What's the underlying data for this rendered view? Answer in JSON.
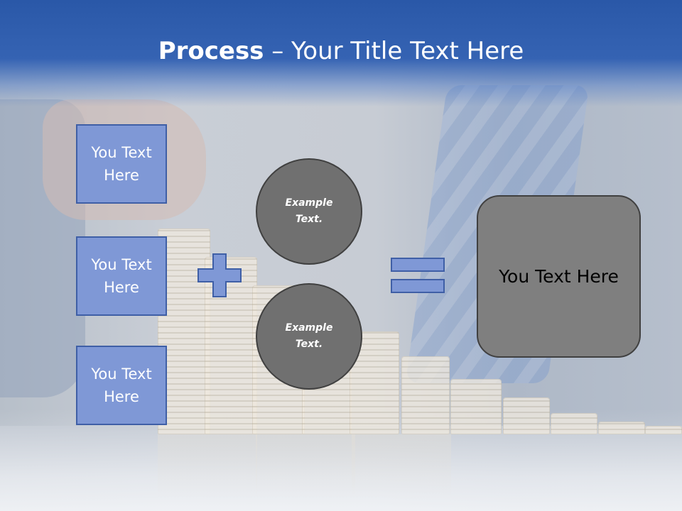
{
  "title": {
    "bold": "Process",
    "rest": " – Your Title Text Here"
  },
  "left_boxes": [
    {
      "label": "You Text Here"
    },
    {
      "label": "You Text Here"
    },
    {
      "label": "You Text Here"
    }
  ],
  "circles": [
    {
      "label": "Example Text."
    },
    {
      "label": "Example Text."
    }
  ],
  "result": {
    "label": "You Text Here"
  },
  "icons": {
    "plus": "plus-icon",
    "equals": "equals-icon"
  },
  "colors": {
    "header": "#2a58a8",
    "box_fill": "#7f98d6",
    "box_border": "#3f5fa6",
    "circle_fill": "#707070",
    "result_fill": "#7f7f7f"
  }
}
